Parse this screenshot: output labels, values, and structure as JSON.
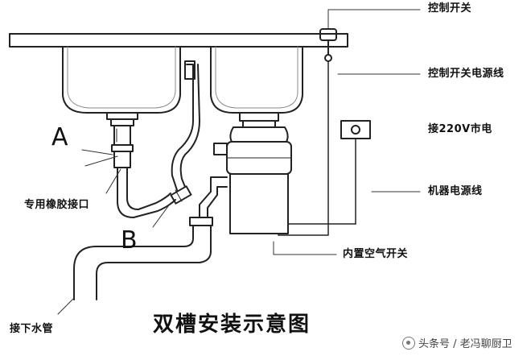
{
  "labels": {
    "control_switch": "控制开关",
    "control_switch_cable": "控制开关电源线",
    "mains_220v": "接220V市电",
    "machine_cable": "机器电源线",
    "rubber_connector": "专用橡胶接口",
    "builtin_air_switch": "内置空气开关",
    "drain_pipe": "接下水管",
    "point_a": "A",
    "point_b": "B"
  },
  "title": "双槽安装示意图",
  "watermark": {
    "icon": "toutiao-logo-icon",
    "text": "头条号 / 老冯聊厨卫"
  },
  "colors": {
    "line": "#222222",
    "background": "#ffffff"
  }
}
